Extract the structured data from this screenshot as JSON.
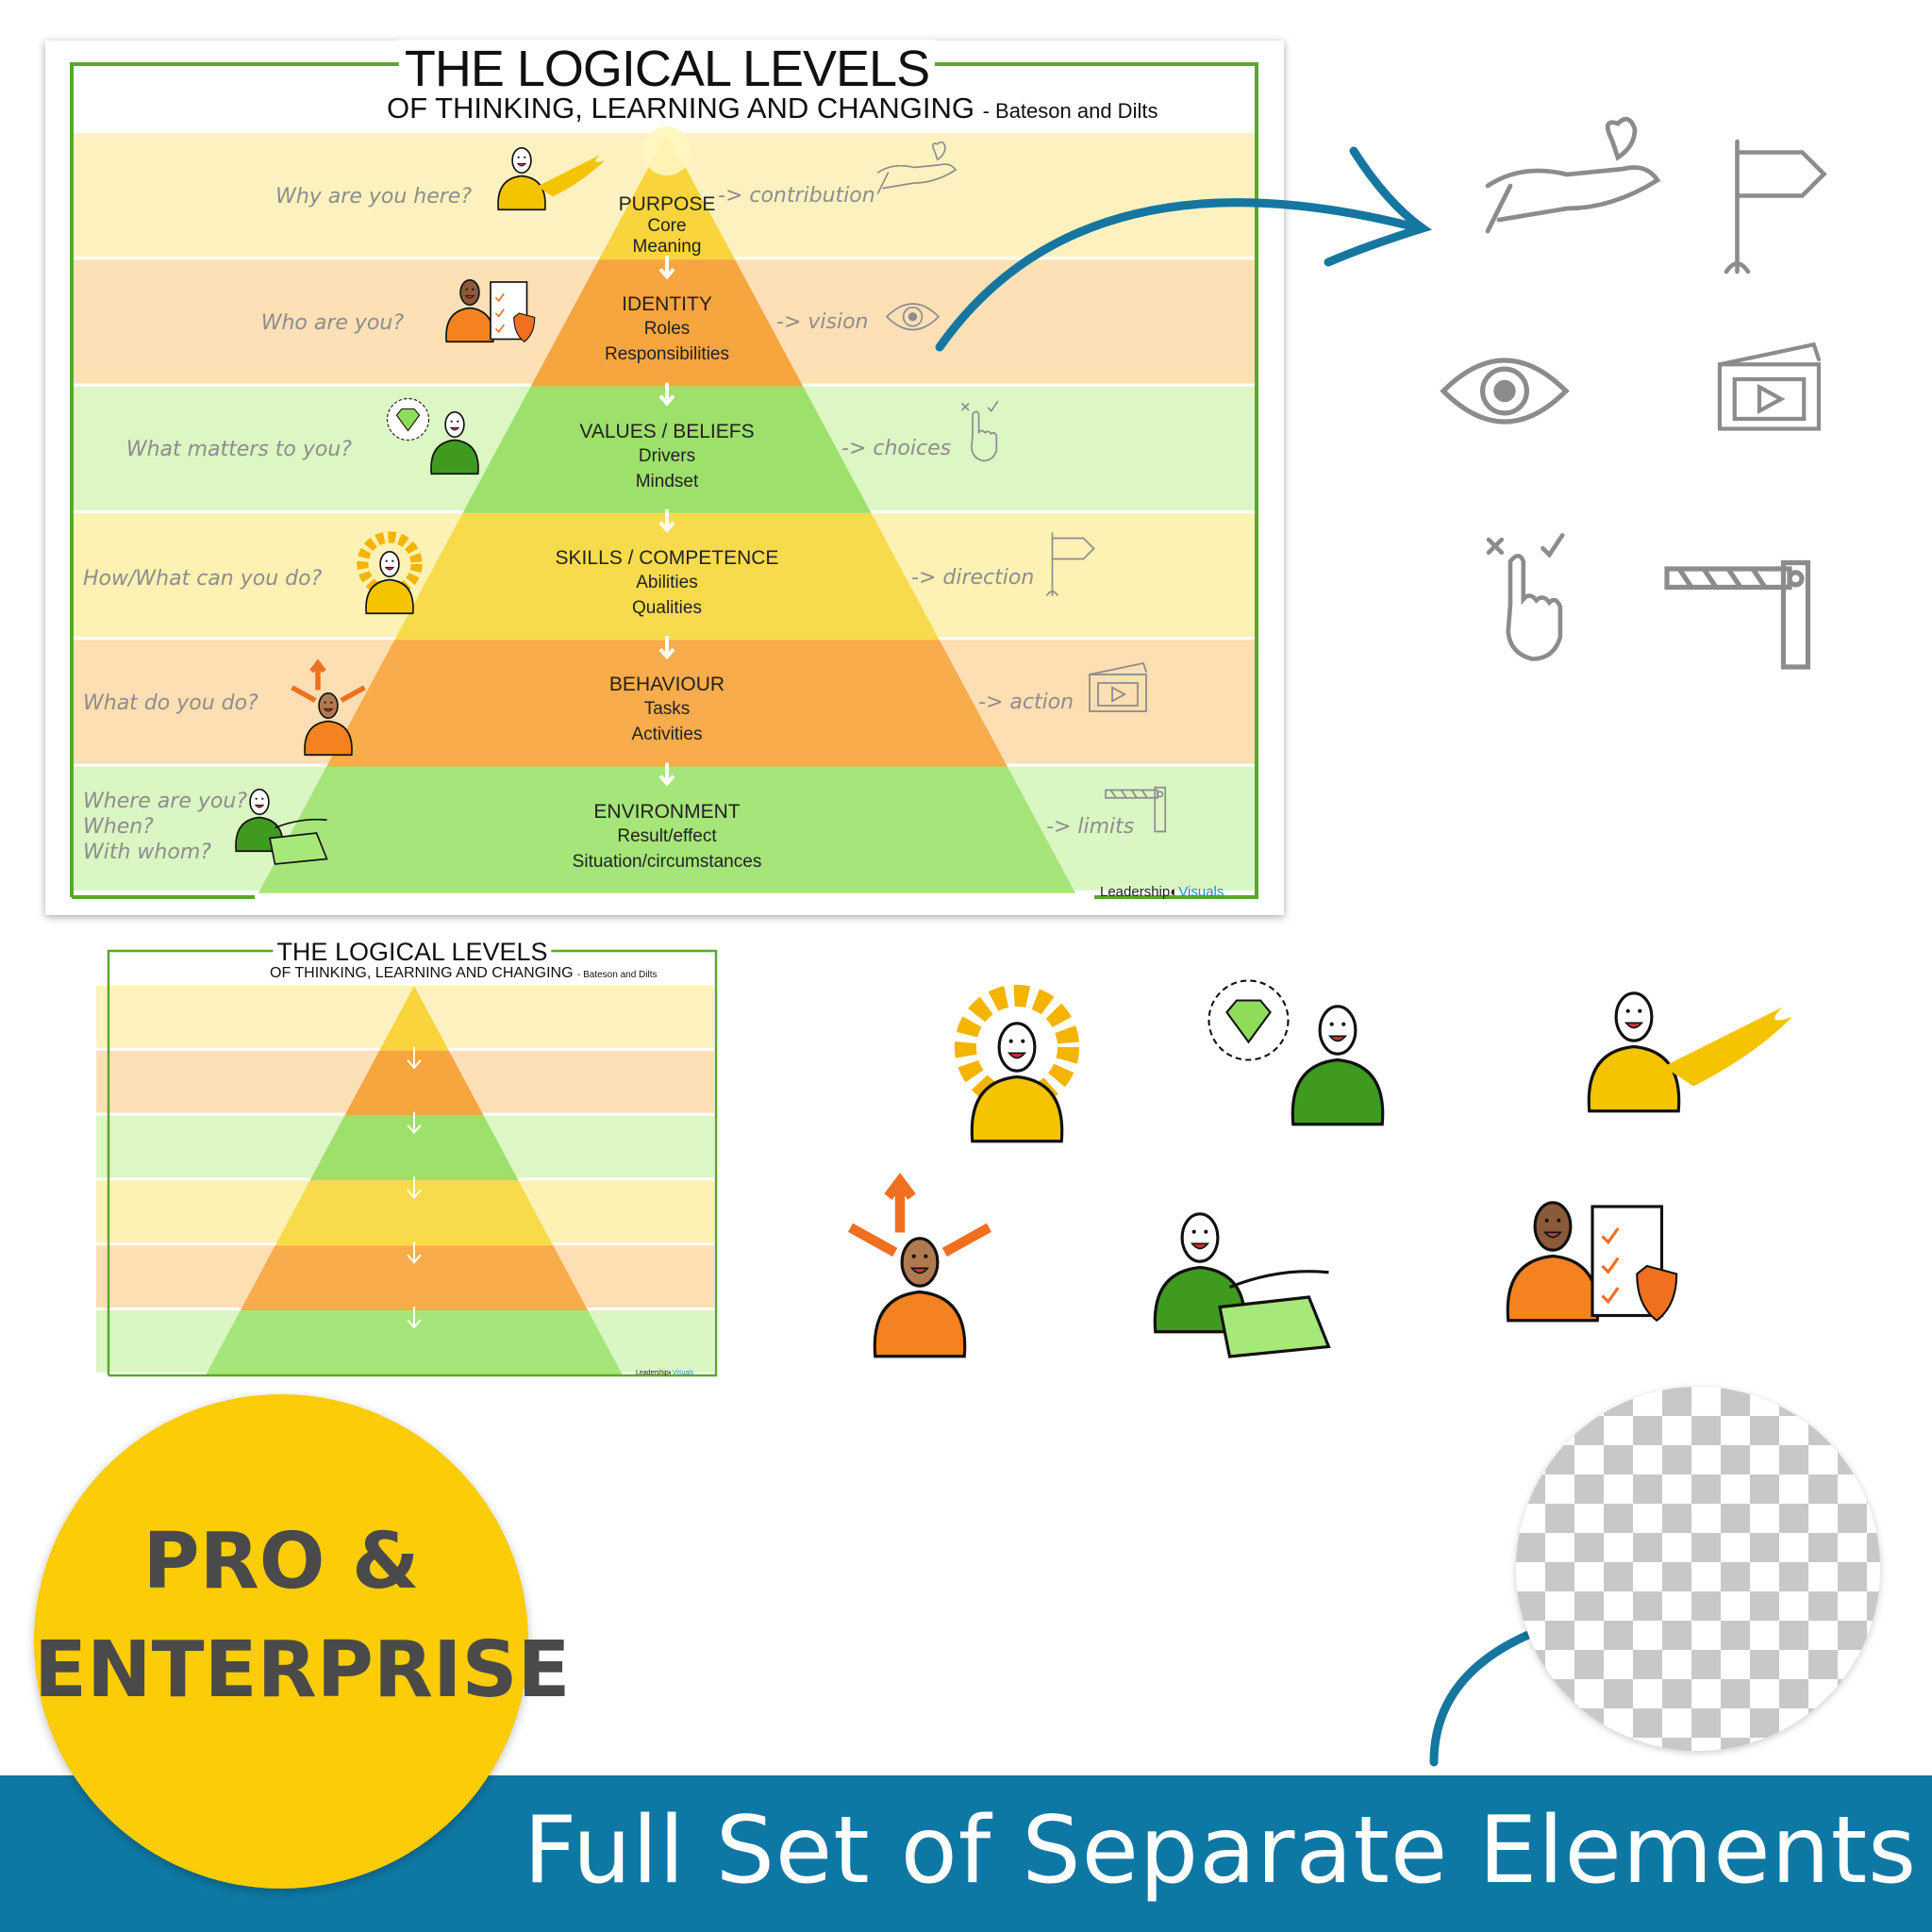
{
  "poster": {
    "title": "THE LOGICAL LEVELS",
    "subtitle": "OF THINKING, LEARNING AND CHANGING",
    "author": "- Bateson and Dilts",
    "logo_left": "Leadership",
    "logo_right": "Visuals",
    "levels": [
      {
        "name": "PURPOSE",
        "sub1": "Core",
        "sub2": "Meaning",
        "question": [
          "Why are you here?"
        ],
        "outcome": "-> contribution",
        "band": "#fdf2bf",
        "fill": "#f9d43c"
      },
      {
        "name": "IDENTITY",
        "sub1": "Roles",
        "sub2": "Responsibilities",
        "question": [
          "Who are you?"
        ],
        "outcome": "-> vision",
        "band": "#fde0b6",
        "fill": "#f7a53f"
      },
      {
        "name": "VALUES / BELIEFS",
        "sub1": "Drivers",
        "sub2": "Mindset",
        "question": [
          "What matters to you?"
        ],
        "outcome": "-> choices",
        "band": "#dcf6c4",
        "fill": "#9de06c"
      },
      {
        "name": "SKILLS / COMPETENCE",
        "sub1": "Abilities",
        "sub2": "Qualities",
        "question": [
          "How/What can you do?"
        ],
        "outcome": "-> direction",
        "band": "#fdf1b3",
        "fill": "#f8db4d"
      },
      {
        "name": "BEHAVIOUR",
        "sub1": "Tasks",
        "sub2": "Activities",
        "question": [
          "What do you do?"
        ],
        "outcome": "-> action",
        "band": "#fddfb3",
        "fill": "#f8ac4b"
      },
      {
        "name": "ENVIRONMENT",
        "sub1": "Result/effect",
        "sub2": "Situation/circumstances",
        "question": [
          "Where are you?",
          "When?",
          "With whom?"
        ],
        "outcome": "-> limits",
        "band": "#daf6c3",
        "fill": "#a5e57a"
      }
    ]
  },
  "mini_poster": {
    "title": "THE LOGICAL LEVELS",
    "subtitle": "OF THINKING, LEARNING AND CHANGING",
    "author": "- Bateson and Dilts",
    "logo_left": "Leadership",
    "logo_right": "Visuals"
  },
  "icons": [
    "hand-heart-icon",
    "signpost-icon",
    "eye-icon",
    "clapperboard-icon",
    "choice-finger-icon",
    "barrier-icon"
  ],
  "badge": {
    "line1": "PRO &",
    "line2": "ENTERPRISE",
    "color": "#fccc06"
  },
  "banner": {
    "text": "Full Set of Separate Elements",
    "color": "#0e78a4"
  },
  "colors": {
    "frame": "#5aa82a",
    "arrow": "#1577a0",
    "icon_stroke": "#8c8c8c"
  }
}
